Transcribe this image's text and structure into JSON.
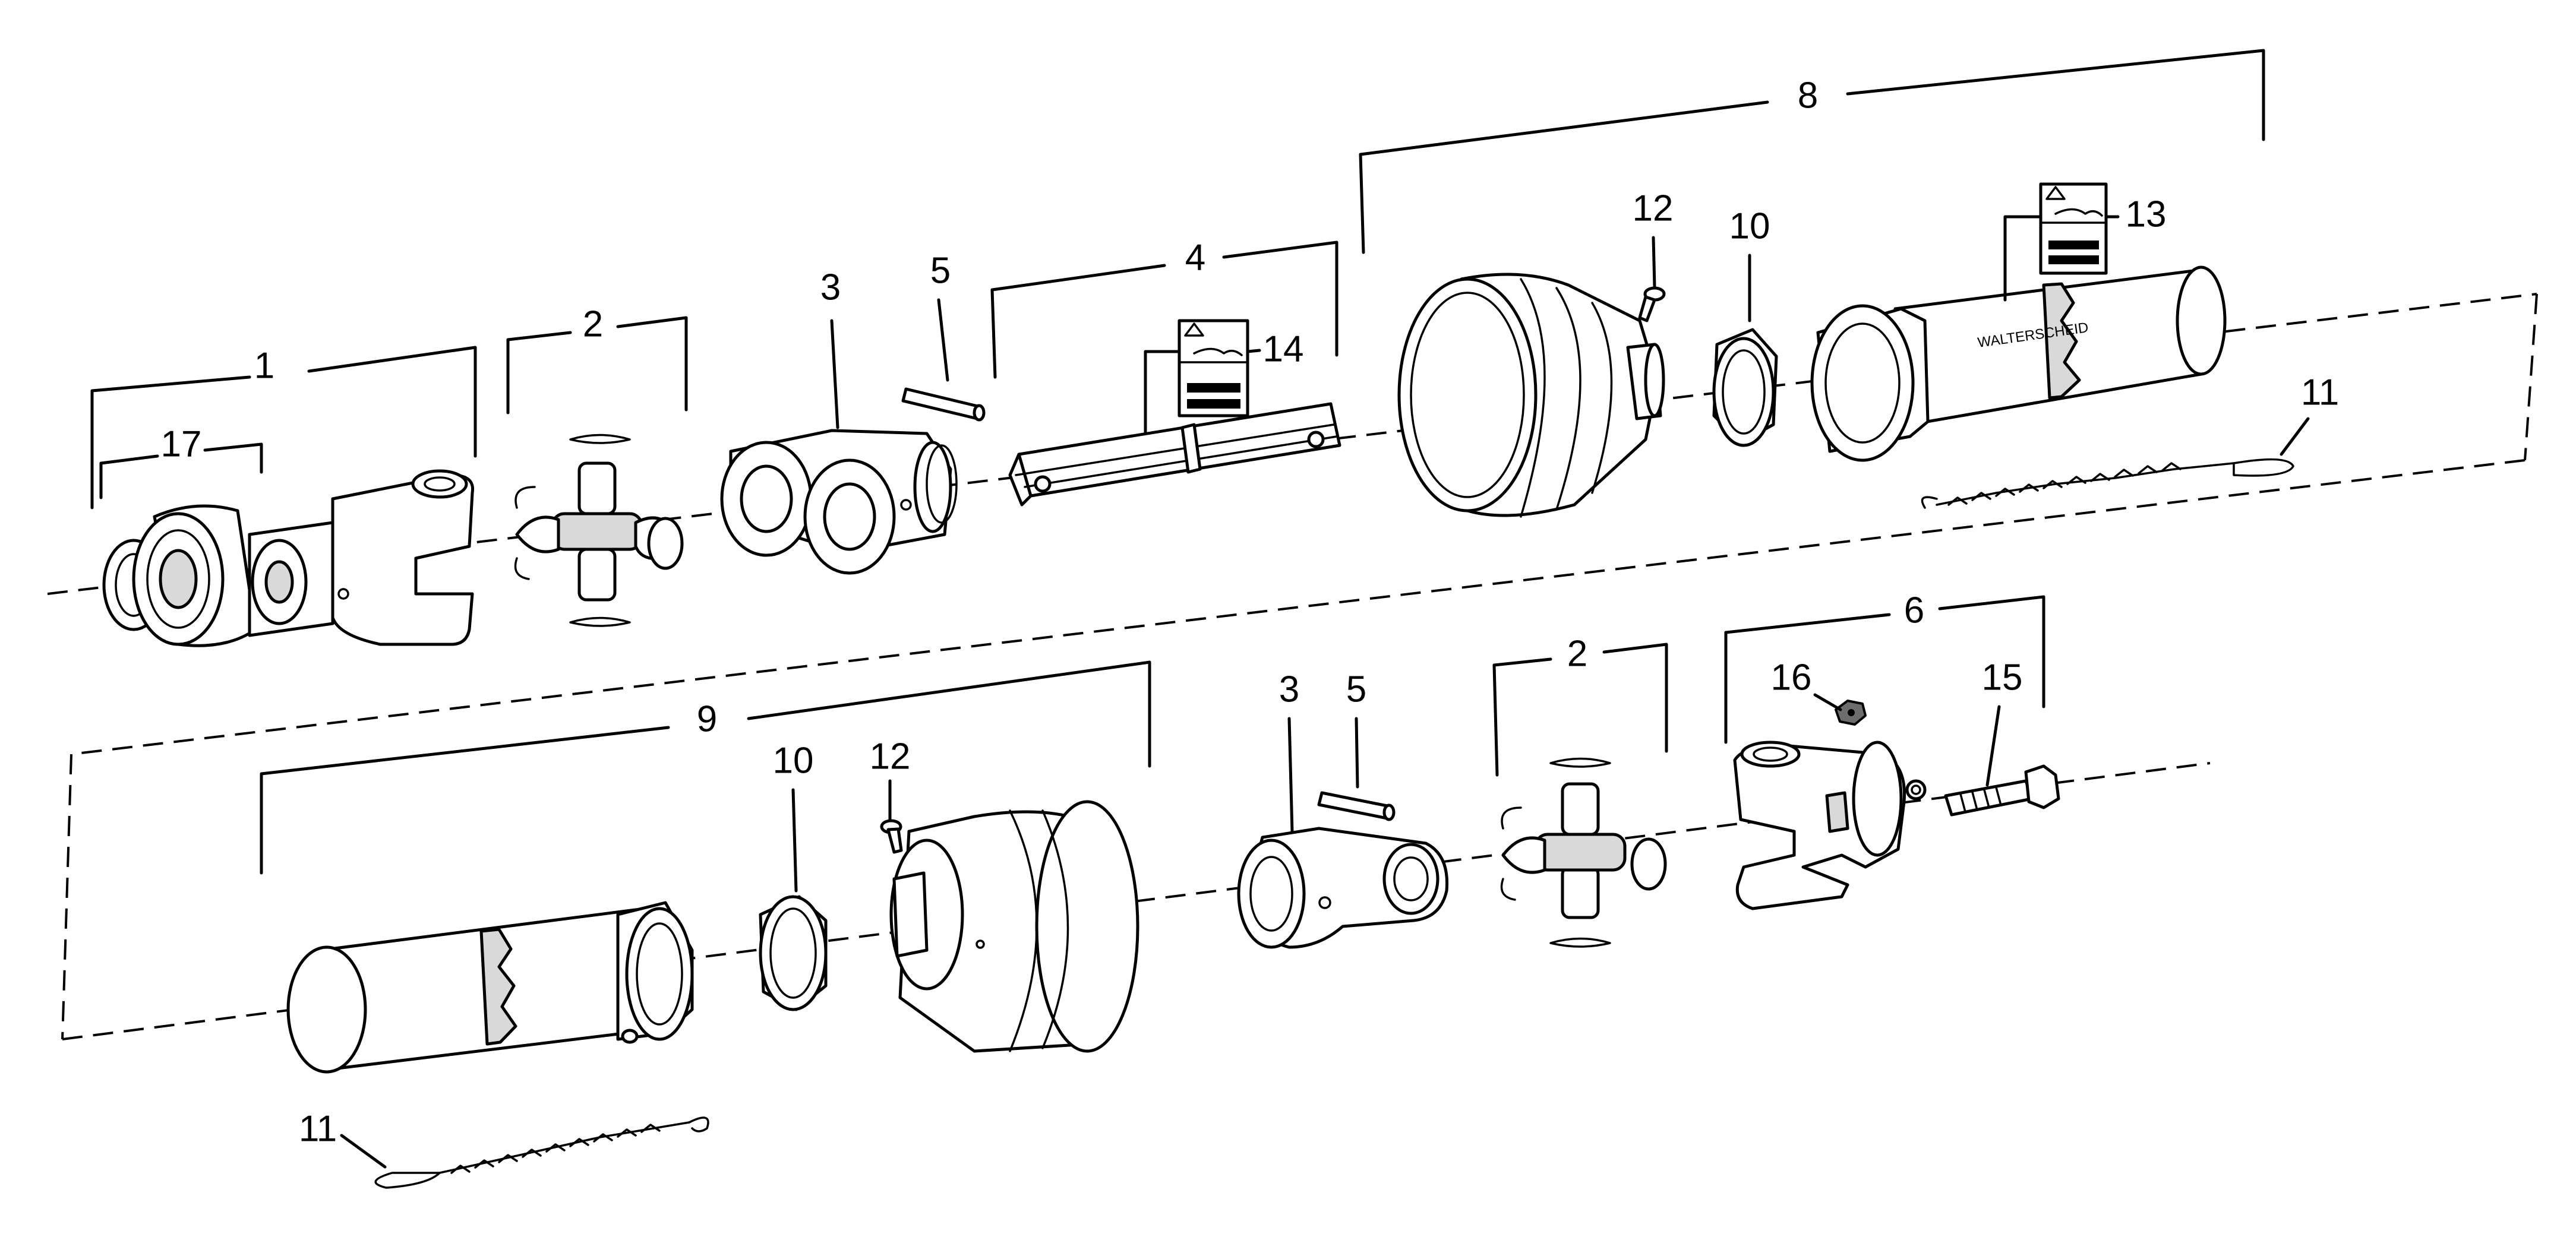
{
  "callouts": {
    "c1": "1",
    "c2_top": "2",
    "c3_top": "3",
    "c4": "4",
    "c5_top": "5",
    "c8": "8",
    "c10_top": "10",
    "c11_top": "11",
    "c12_top": "12",
    "c13": "13",
    "c14": "14",
    "c17": "17",
    "c9": "9",
    "c10_bot": "10",
    "c11_bot": "11",
    "c12_bot": "12",
    "c3_bot": "3",
    "c5_bot": "5",
    "c2_bot": "2",
    "c6": "6",
    "c15": "15",
    "c16": "16"
  },
  "decals": {
    "shield_text": "WALTERSCHEID"
  }
}
